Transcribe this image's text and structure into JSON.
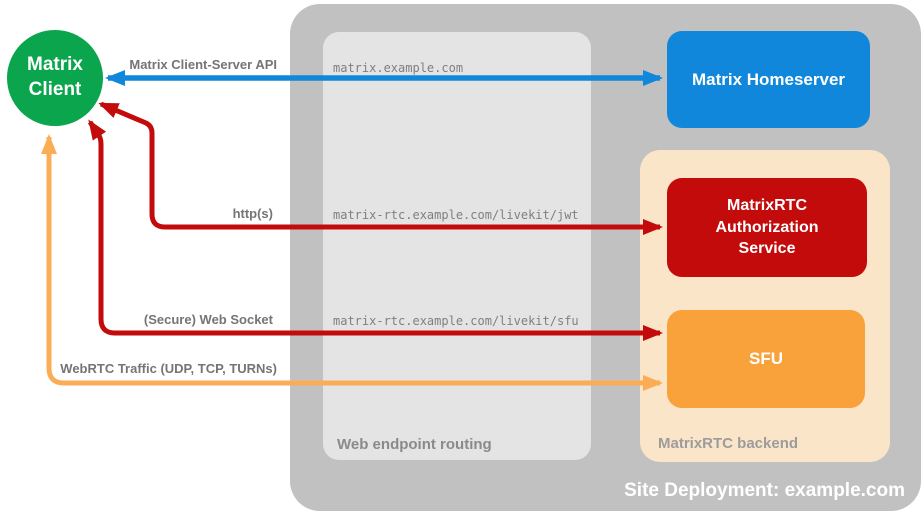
{
  "colors": {
    "background": "#ffffff",
    "site_container_gray": "#c1c1c1",
    "routing_container_gray": "#e4e4e4",
    "backend_container_peach": "#fbe5c9",
    "client_green": "#0aa54d",
    "homeserver_blue": "#1087db",
    "auth_red": "#c30b0b",
    "sfu_orange": "#f9a23c",
    "webrtc_arrow_orange": "#fbad55",
    "arrow_label_gray": "#757575",
    "endpoint_text_gray": "#7f7f7f",
    "container_label_gray": "#8a8a8a",
    "white_text": "#ffffff"
  },
  "nodes": {
    "client": {
      "label": "Matrix\nClient"
    },
    "homeserver": {
      "label": "Matrix Homeserver"
    },
    "auth_service": {
      "label": "MatrixRTC Authorization Service"
    },
    "sfu": {
      "label": "SFU"
    }
  },
  "containers": {
    "site_deployment": {
      "label": "Site Deployment: example.com"
    },
    "web_endpoint_routing": {
      "label": "Web endpoint routing"
    },
    "matrixrtc_backend": {
      "label": "MatrixRTC backend"
    }
  },
  "endpoints": {
    "homeserver": "matrix.example.com",
    "jwt": "matrix-rtc.example.com/livekit/jwt",
    "sfu": "matrix-rtc.example.com/livekit/sfu"
  },
  "arrows": {
    "client_server_api": {
      "label": "Matrix Client-Server API",
      "color": "#1087db",
      "bidirectional": true
    },
    "https": {
      "label": "http(s)",
      "color": "#c30b0b",
      "bidirectional": true
    },
    "websocket": {
      "label": "(Secure) Web Socket",
      "color": "#c30b0b",
      "bidirectional": true
    },
    "webrtc": {
      "label": "WebRTC Traffic (UDP, TCP, TURNs)",
      "color": "#fbad55",
      "bidirectional": true
    }
  }
}
